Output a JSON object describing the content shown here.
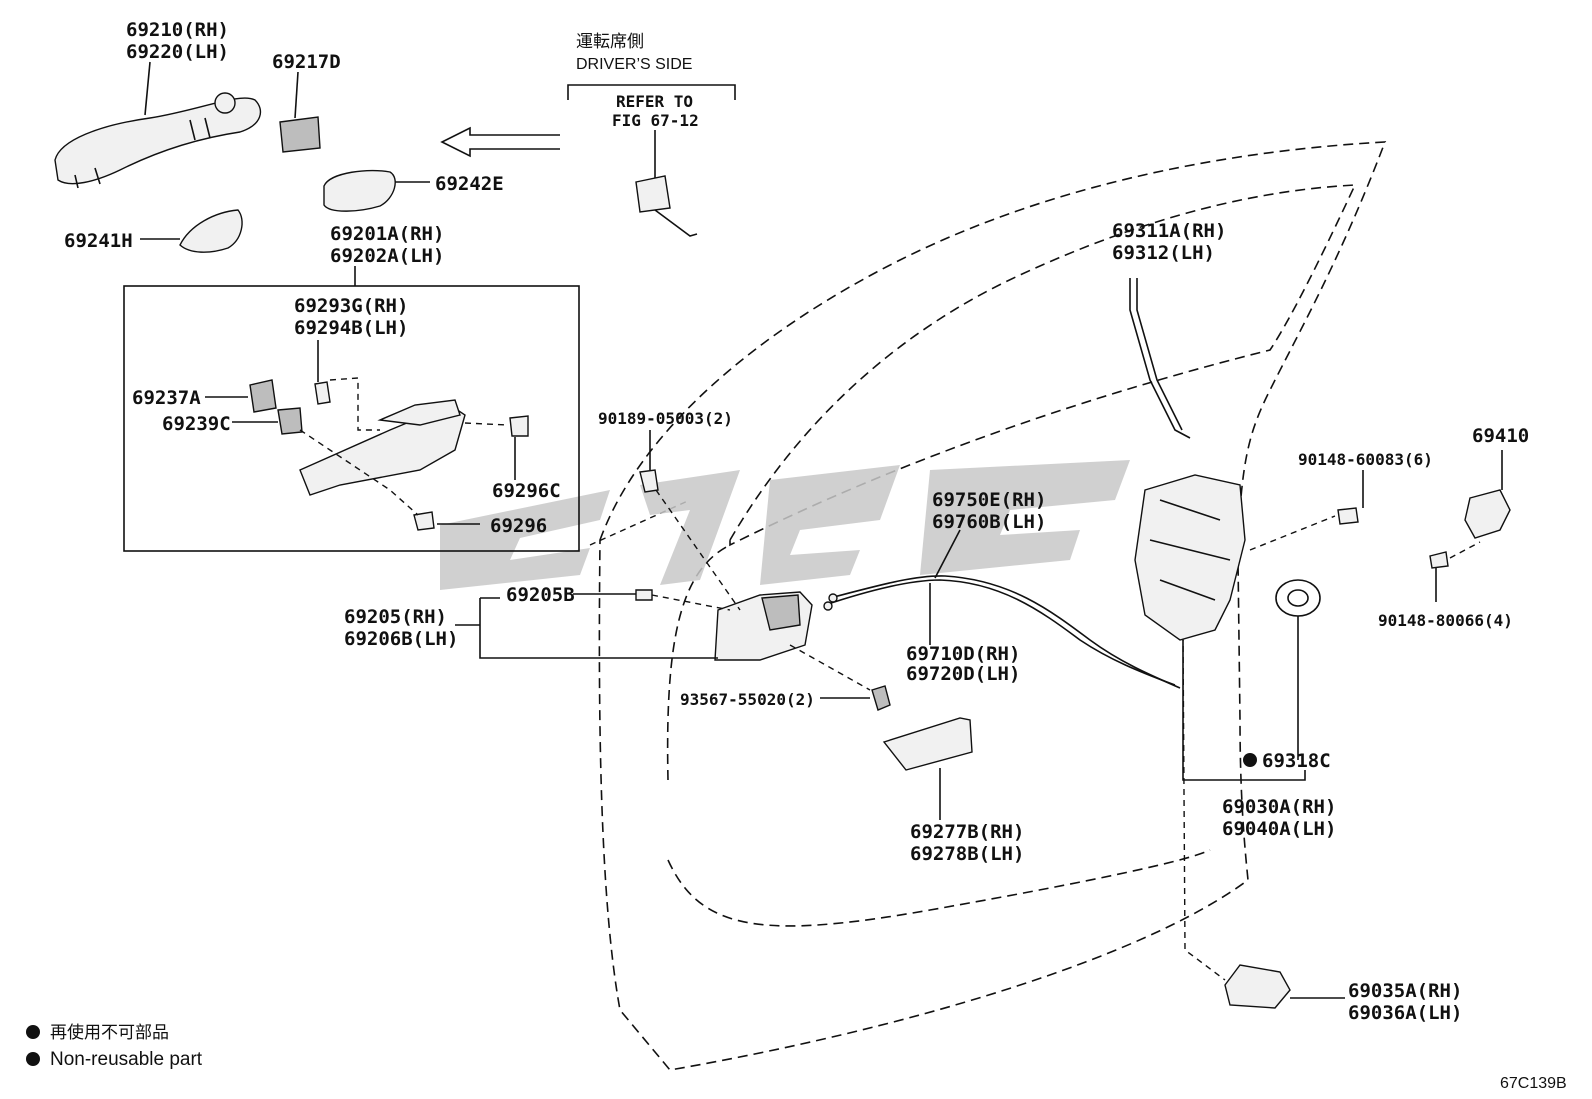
{
  "header": {
    "drivers_side_jp": "運転席側",
    "drivers_side_en": "DRIVER’S SIDE",
    "refer_line1": "REFER TO",
    "refer_line2": "FIG 67-12"
  },
  "callouts": {
    "p69210": "69210(RH)",
    "p69220": "69220(LH)",
    "p69217D": "69217D",
    "p69242E": "69242E",
    "p69241H": "69241H",
    "p69201A": "69201A(RH)",
    "p69202A": "69202A(LH)",
    "p69293G": "69293G(RH)",
    "p69294B": "69294B(LH)",
    "p69237A": "69237A",
    "p69239C": "69239C",
    "p69296C": "69296C",
    "p69296": "69296",
    "p90189": "90189-05003(2)",
    "p69205B": "69205B",
    "p69205": "69205(RH)",
    "p69206B": "69206B(LH)",
    "p93567": "93567-55020(2)",
    "p69750E": "69750E(RH)",
    "p69760B": "69760B(LH)",
    "p69710D": "69710D(RH)",
    "p69720D": "69720D(LH)",
    "p69277B": "69277B(RH)",
    "p69278B": "69278B(LH)",
    "p69311A": "69311A(RH)",
    "p69312": "69312(LH)",
    "p90148a": "90148-60083(6)",
    "p69410": "69410",
    "p90148b": "90148-80066(4)",
    "p69318C": "69318C",
    "p69030A": "69030A(RH)",
    "p69040A": "69040A(LH)",
    "p69035A": "69035A(RH)",
    "p69036A": "69036A(LH)"
  },
  "legend": {
    "jp": "再使用不可部品",
    "en": "Non-reusable part"
  },
  "figure_code": "67C139B"
}
